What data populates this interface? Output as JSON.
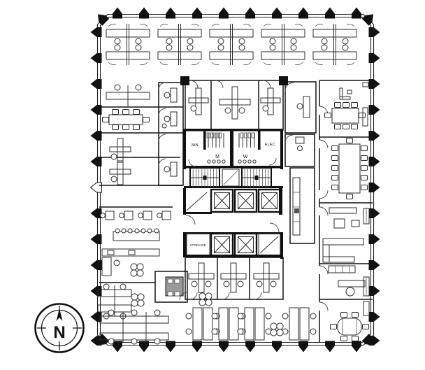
{
  "plan": {
    "labels": {
      "janitor": "JAN.",
      "mens_restroom": "M",
      "womens_restroom": "W",
      "electrical": "ELEC.",
      "storage": "STORAGE"
    }
  },
  "compass": {
    "north_label": "N"
  },
  "colors": {
    "ink": "#111111",
    "line": "#2b2b2b",
    "table_fill": "#9a9a9a",
    "background": "#ffffff"
  }
}
